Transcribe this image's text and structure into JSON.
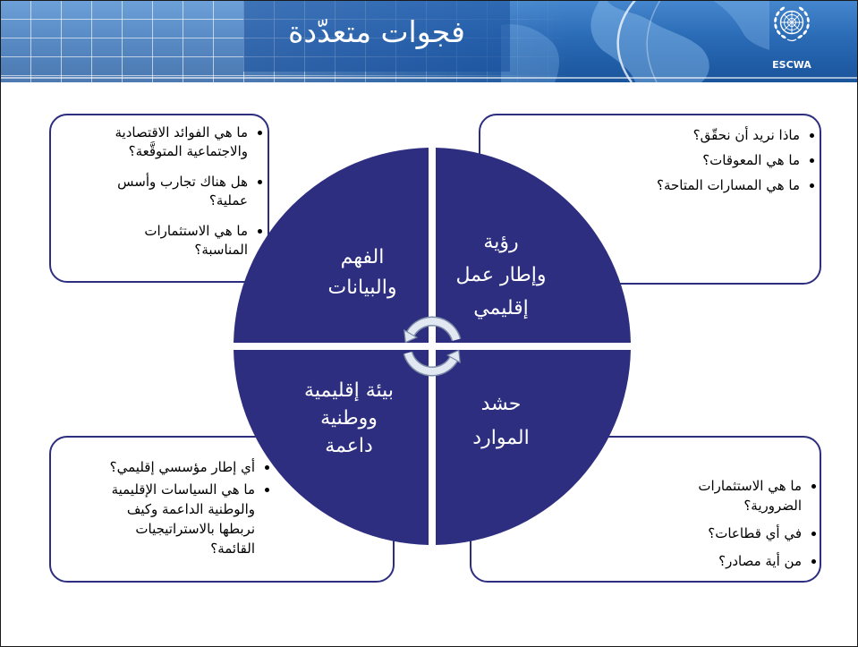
{
  "slide": {
    "title": "فجوات متعدّدة",
    "logo_label": "ESCWA"
  },
  "colors": {
    "navy": "#2D2E7F",
    "header_blue": "#2262AC",
    "text": "#000000",
    "arrow_fill": "#E2E8F1",
    "arrow_outline": "#7C8BA6"
  },
  "icons": {
    "logo": "un-emblem-icon",
    "center": "circular-arrows-icon"
  },
  "quadrants": {
    "top_left": "الفهم\nوالبيانات",
    "top_right": "رؤية\nوإطار عمل\nإقليمي",
    "bottom_left": "بيئة إقليمية\nووطنية\nداعمة",
    "bottom_right": "حشد\nالموارد"
  },
  "boxes": {
    "top_left": [
      "ما هي الفوائد الاقتصادية\nوالاجتماعية المتوقَّعة؟",
      "هل هناك تجارب وأسس\nعملية؟",
      "ما هي الاستثمارات\nالمناسبة؟"
    ],
    "top_right": [
      "ماذا نريد أن نحقّق؟",
      "ما هي المعوقات؟",
      "ما هي المسارات المتاحة؟"
    ],
    "bottom_left": [
      "أي إطار مؤسسي إقليمي؟",
      "ما هي السياسات الإقليمية\nوالوطنية الداعمة وكيف\nنربطها بالاستراتيجيات\nالقائمة؟"
    ],
    "bottom_right": [
      "ما هي الاستثمارات\nالضرورية؟",
      "في أي قطاعات؟",
      "من أية مصادر؟"
    ]
  }
}
